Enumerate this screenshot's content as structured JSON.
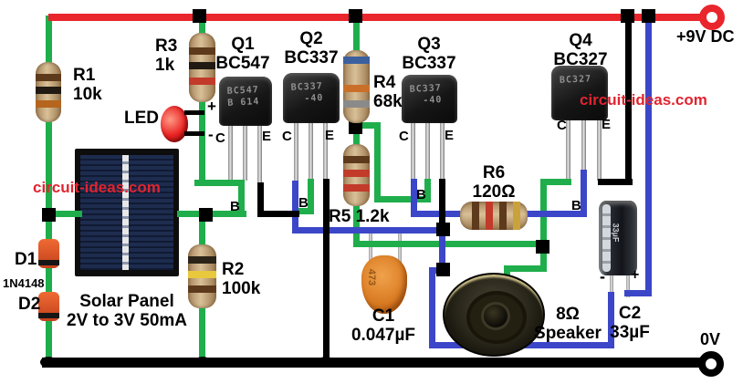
{
  "terminals": {
    "positive": "+9V DC",
    "negative": "0V"
  },
  "watermarks": {
    "left": "circuit-ideas.com",
    "right": "circuit-ideas.com"
  },
  "pins": {
    "collector": "C",
    "base": "B",
    "emitter": "E"
  },
  "polarity": {
    "plus": "+",
    "minus": "-"
  },
  "components": {
    "r1": {
      "label": "R1",
      "value": "10k"
    },
    "r2": {
      "label": "R2",
      "value": "100k"
    },
    "r3": {
      "label": "R3",
      "value": "1k"
    },
    "r4": {
      "label": "R4",
      "value": "68k"
    },
    "r5": {
      "label": "R5",
      "value": "1.2k"
    },
    "r6": {
      "label": "R6",
      "value": "120Ω"
    },
    "q1": {
      "label": "Q1",
      "part": "BC547",
      "marking": "BC547\nB 614"
    },
    "q2": {
      "label": "Q2",
      "part": "BC337",
      "marking": "BC337\n  -40"
    },
    "q3": {
      "label": "Q3",
      "part": "BC337",
      "marking": "BC337\n  -40"
    },
    "q4": {
      "label": "Q4",
      "part": "BC327",
      "marking": "BC327"
    },
    "led": {
      "label": "LED"
    },
    "d1": {
      "label": "D1"
    },
    "d2": {
      "label": "D2"
    },
    "diodes_part": "1N4148",
    "solar_panel": {
      "line1": "Solar Panel",
      "line2": "2V to 3V 50mA"
    },
    "speaker": {
      "impedance": "8Ω",
      "label": "Speaker"
    },
    "c1": {
      "label": "C1",
      "value": "0.047µF",
      "marking": "473"
    },
    "c2": {
      "label": "C2",
      "value": "33µF",
      "marking": "33µF"
    }
  },
  "colors": {
    "positive_rail": "#e8262c",
    "ground_rail": "#000000",
    "wire_green": "#1fae4b",
    "wire_blue": "#3c46c8",
    "watermark": "#e02430"
  }
}
